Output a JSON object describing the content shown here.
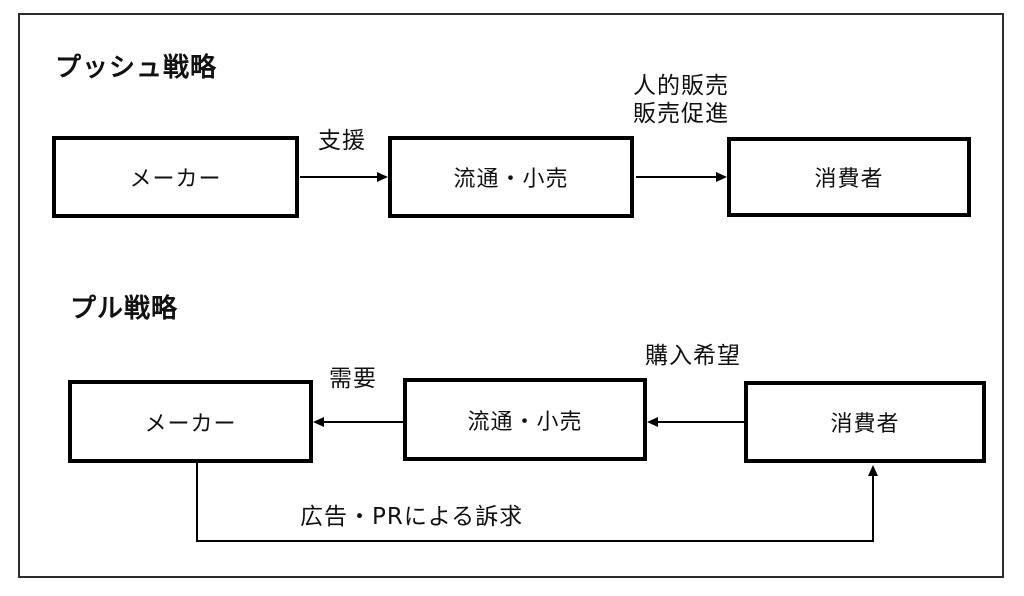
{
  "push": {
    "title": "プッシュ戦略",
    "maker": "メーカー",
    "retail": "流通・小売",
    "consumer": "消費者",
    "support_label": "支援",
    "promo_label_line1": "人的販売",
    "promo_label_line2": "販売促進"
  },
  "pull": {
    "title": "プル戦略",
    "maker": "メーカー",
    "retail": "流通・小売",
    "consumer": "消費者",
    "demand_label": "需要",
    "purchase_label": "購入希望",
    "ad_label": "広告・PRによる訴求"
  },
  "colors": {
    "line": "#000000",
    "frame_border": "#2b2b2b",
    "background": "#ffffff"
  }
}
